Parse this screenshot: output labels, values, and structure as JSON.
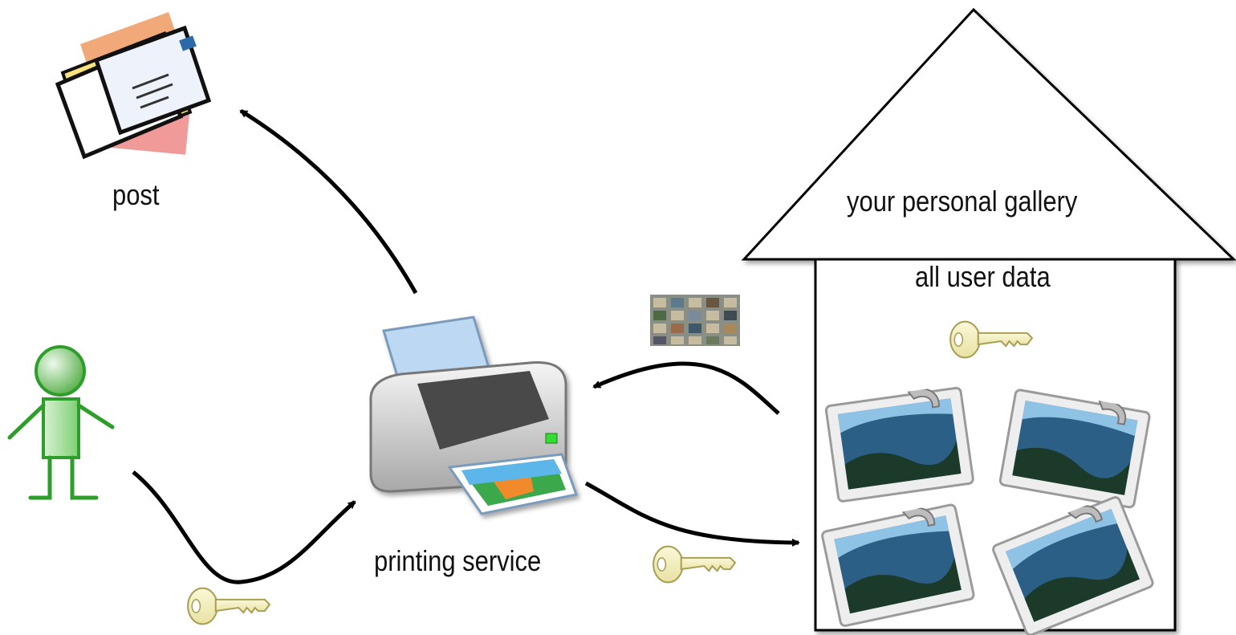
{
  "labels": {
    "post": "post",
    "printing_service": "printing service",
    "gallery": "your personal gallery",
    "user_data": "all user data"
  },
  "icons": {
    "post": "mail-stack-icon",
    "user": "person-icon",
    "printer": "printer-icon",
    "key": "key-icon",
    "photos": "photo-icon",
    "thumbnails": "photo-thumbnails-icon"
  },
  "colors": {
    "user": "#2e9e2a",
    "key": "#f3eeb8",
    "arrow": "#000000"
  }
}
